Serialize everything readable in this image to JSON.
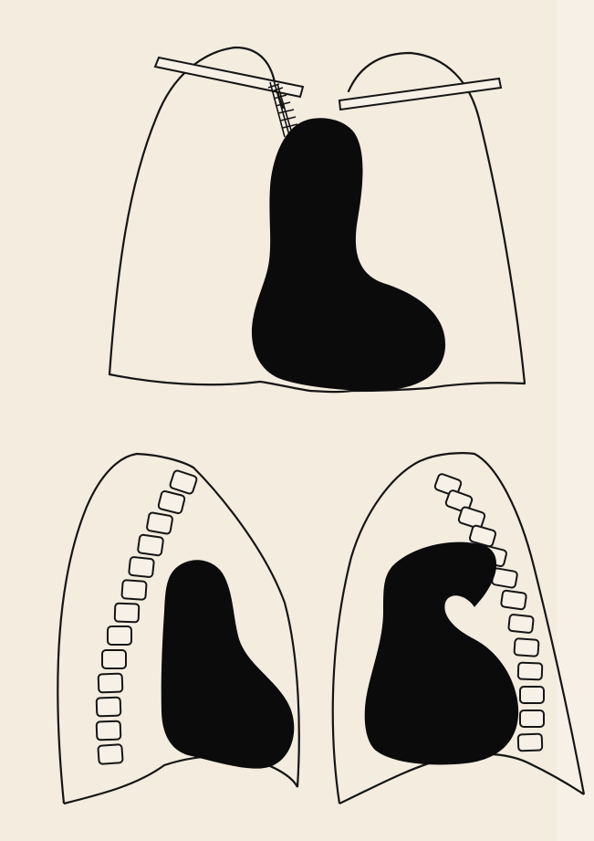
{
  "palette": {
    "paper": "#f3ecdf",
    "paper_edge": "#e9dfcd",
    "ink": "#0b0b0b",
    "outline": "#151515"
  },
  "figures": [
    {
      "name": "frontal-chest-view",
      "elements": [
        "lung-outline-left",
        "lung-outline-right",
        "clavicle-left",
        "clavicle-right",
        "heart-silhouette",
        "hatched-vessel"
      ]
    },
    {
      "name": "left-lateral-chest-view",
      "elements": [
        "thorax-outline",
        "vertebral-column",
        "heart-silhouette"
      ]
    },
    {
      "name": "right-lateral-chest-view",
      "elements": [
        "thorax-outline",
        "vertebral-column",
        "heart-silhouette"
      ]
    }
  ]
}
